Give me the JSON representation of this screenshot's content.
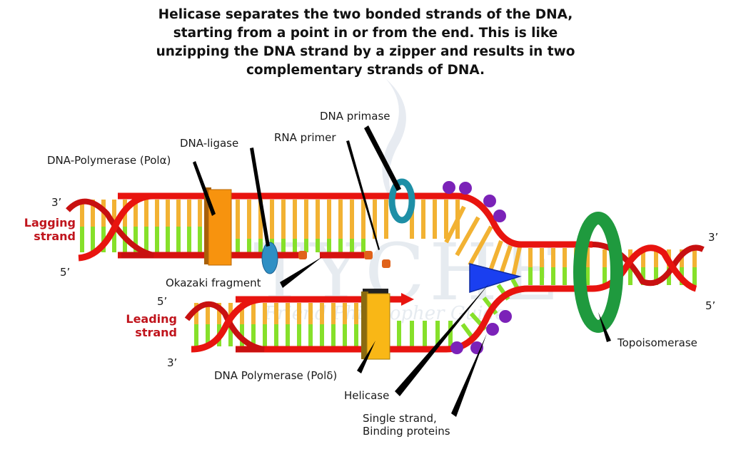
{
  "title_lines": [
    "Helicase separates the two bonded strands of the DNA,",
    "starting from a point in or from the end. This is like",
    "unzipping the DNA strand by a zipper and results in two",
    "complementary strands of DNA."
  ],
  "labels": {
    "dna_primase": "DNA primase",
    "rna_primer": "RNA primer",
    "dna_ligase": "DNA-ligase",
    "pol_alpha": "DNA-Polymerase (Polα)",
    "okazaki": "Okazaki fragment",
    "pol_delta": "DNA Polymerase (Polδ)",
    "helicase": "Helicase",
    "ssb_line1": "Single strand,",
    "ssb_line2": "Binding proteins",
    "topoisomerase": "Topoisomerase"
  },
  "strands": {
    "lagging_line1": "Lagging",
    "lagging_line2": "strand",
    "leading_line1": "Leading",
    "leading_line2": "strand"
  },
  "ends": {
    "lag_3": "3’",
    "lag_5": "5’",
    "lead_5": "5’",
    "lead_3": "3’",
    "right_3": "3’",
    "right_5": "5’"
  },
  "watermark": {
    "logo": "TYCHE",
    "tagline": "Friend Philosopher Guide"
  },
  "colors": {
    "backbone": "#e8140f",
    "purine": "#f2b233",
    "pyrimidine": "#86e02a",
    "pol_alpha": "#f7930e",
    "pol_delta": "#f9b716",
    "ligase": "#2f8fc4",
    "primase": "#1e8fa6",
    "helicase": "#1a3ff0",
    "ssb": "#7b22b8",
    "topoisomerase": "#1f9a3e",
    "strand_label": "#c0141c"
  }
}
